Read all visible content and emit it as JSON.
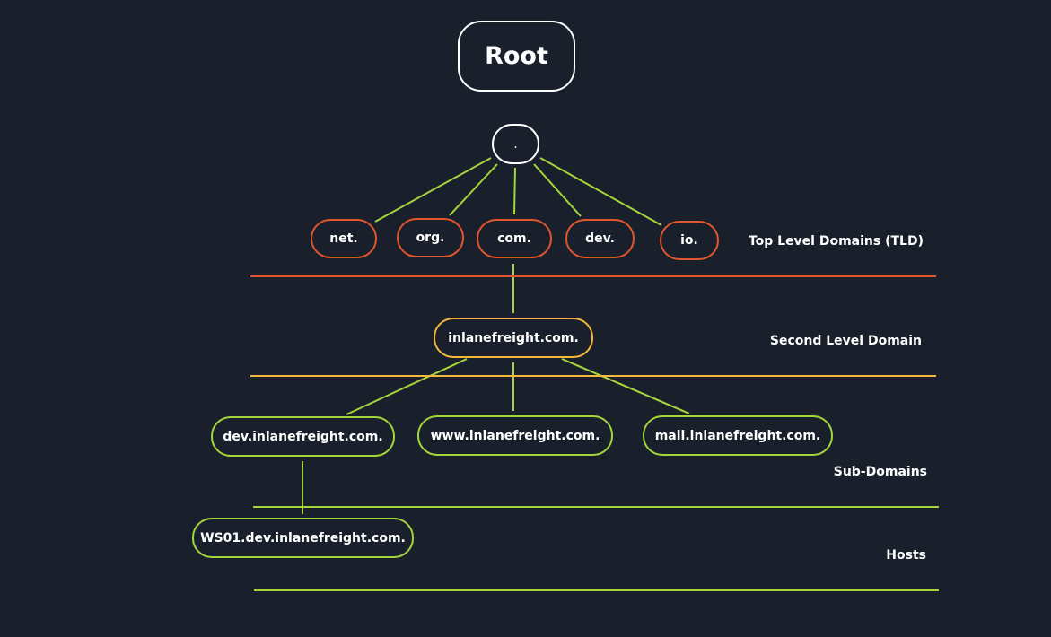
{
  "root": {
    "label": "Root"
  },
  "dot": {
    "label": "."
  },
  "tlds": [
    "net.",
    "org.",
    "com.",
    "dev.",
    "io."
  ],
  "second_level": {
    "label": "inlanefreight.com."
  },
  "subdomains": [
    "dev.inlanefreight.com.",
    "www.inlanefreight.com.",
    "mail.inlanefreight.com."
  ],
  "host": {
    "label": "WS01.dev.inlanefreight.com."
  },
  "levels": {
    "tld": "Top Level Domains (TLD)",
    "sld": "Second Level Domain",
    "sub": "Sub-Domains",
    "hosts": "Hosts"
  },
  "colors": {
    "background": "#1a202b",
    "root": "#ffffff",
    "tld": "#e0562d",
    "second_level": "#f3b83c",
    "subdomain": "#a4d63c",
    "connector": "#a4d63c"
  }
}
